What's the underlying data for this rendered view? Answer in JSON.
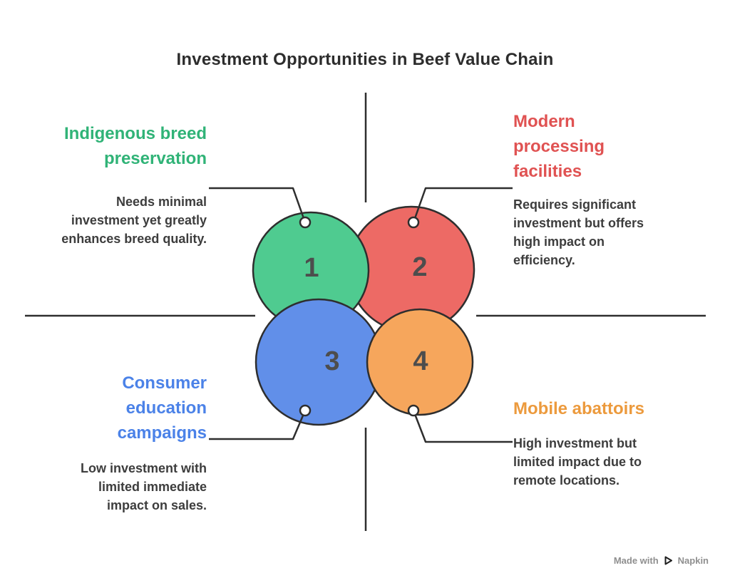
{
  "page": {
    "title": "Investment Opportunities in Beef Value Chain",
    "background": "#ffffff"
  },
  "colors": {
    "axis": "#2e2e2e",
    "outline": "#2e2e2e",
    "number": "#4d4d4d",
    "body_text": "#3d3d3d",
    "ring_fill": "#ffffff"
  },
  "quadrants": [
    {
      "number": "1",
      "title": "Indigenous breed\npreservation",
      "body": "Needs minimal\ninvestment yet greatly\nenhances breed quality.",
      "title_color": "#30b377",
      "circle_color": "#4fcb90"
    },
    {
      "number": "2",
      "title": "Modern\nprocessing\nfacilities",
      "body": "Requires significant\ninvestment but offers\nhigh impact on\nefficiency.",
      "title_color": "#e05252",
      "circle_color": "#ed6a65"
    },
    {
      "number": "3",
      "title": "Consumer\neducation\ncampaigns",
      "body": "Low investment with\nlimited immediate\nimpact on sales.",
      "title_color": "#4b82e8",
      "circle_color": "#618fe9"
    },
    {
      "number": "4",
      "title": "Mobile abattoirs",
      "body": "High investment but\nlimited impact due to\nremote locations.",
      "title_color": "#ec9a3d",
      "circle_color": "#f6a65c"
    }
  ],
  "footer": {
    "made_with": "Made with",
    "brand": "Napkin",
    "logo_icon": "play-triangle"
  }
}
